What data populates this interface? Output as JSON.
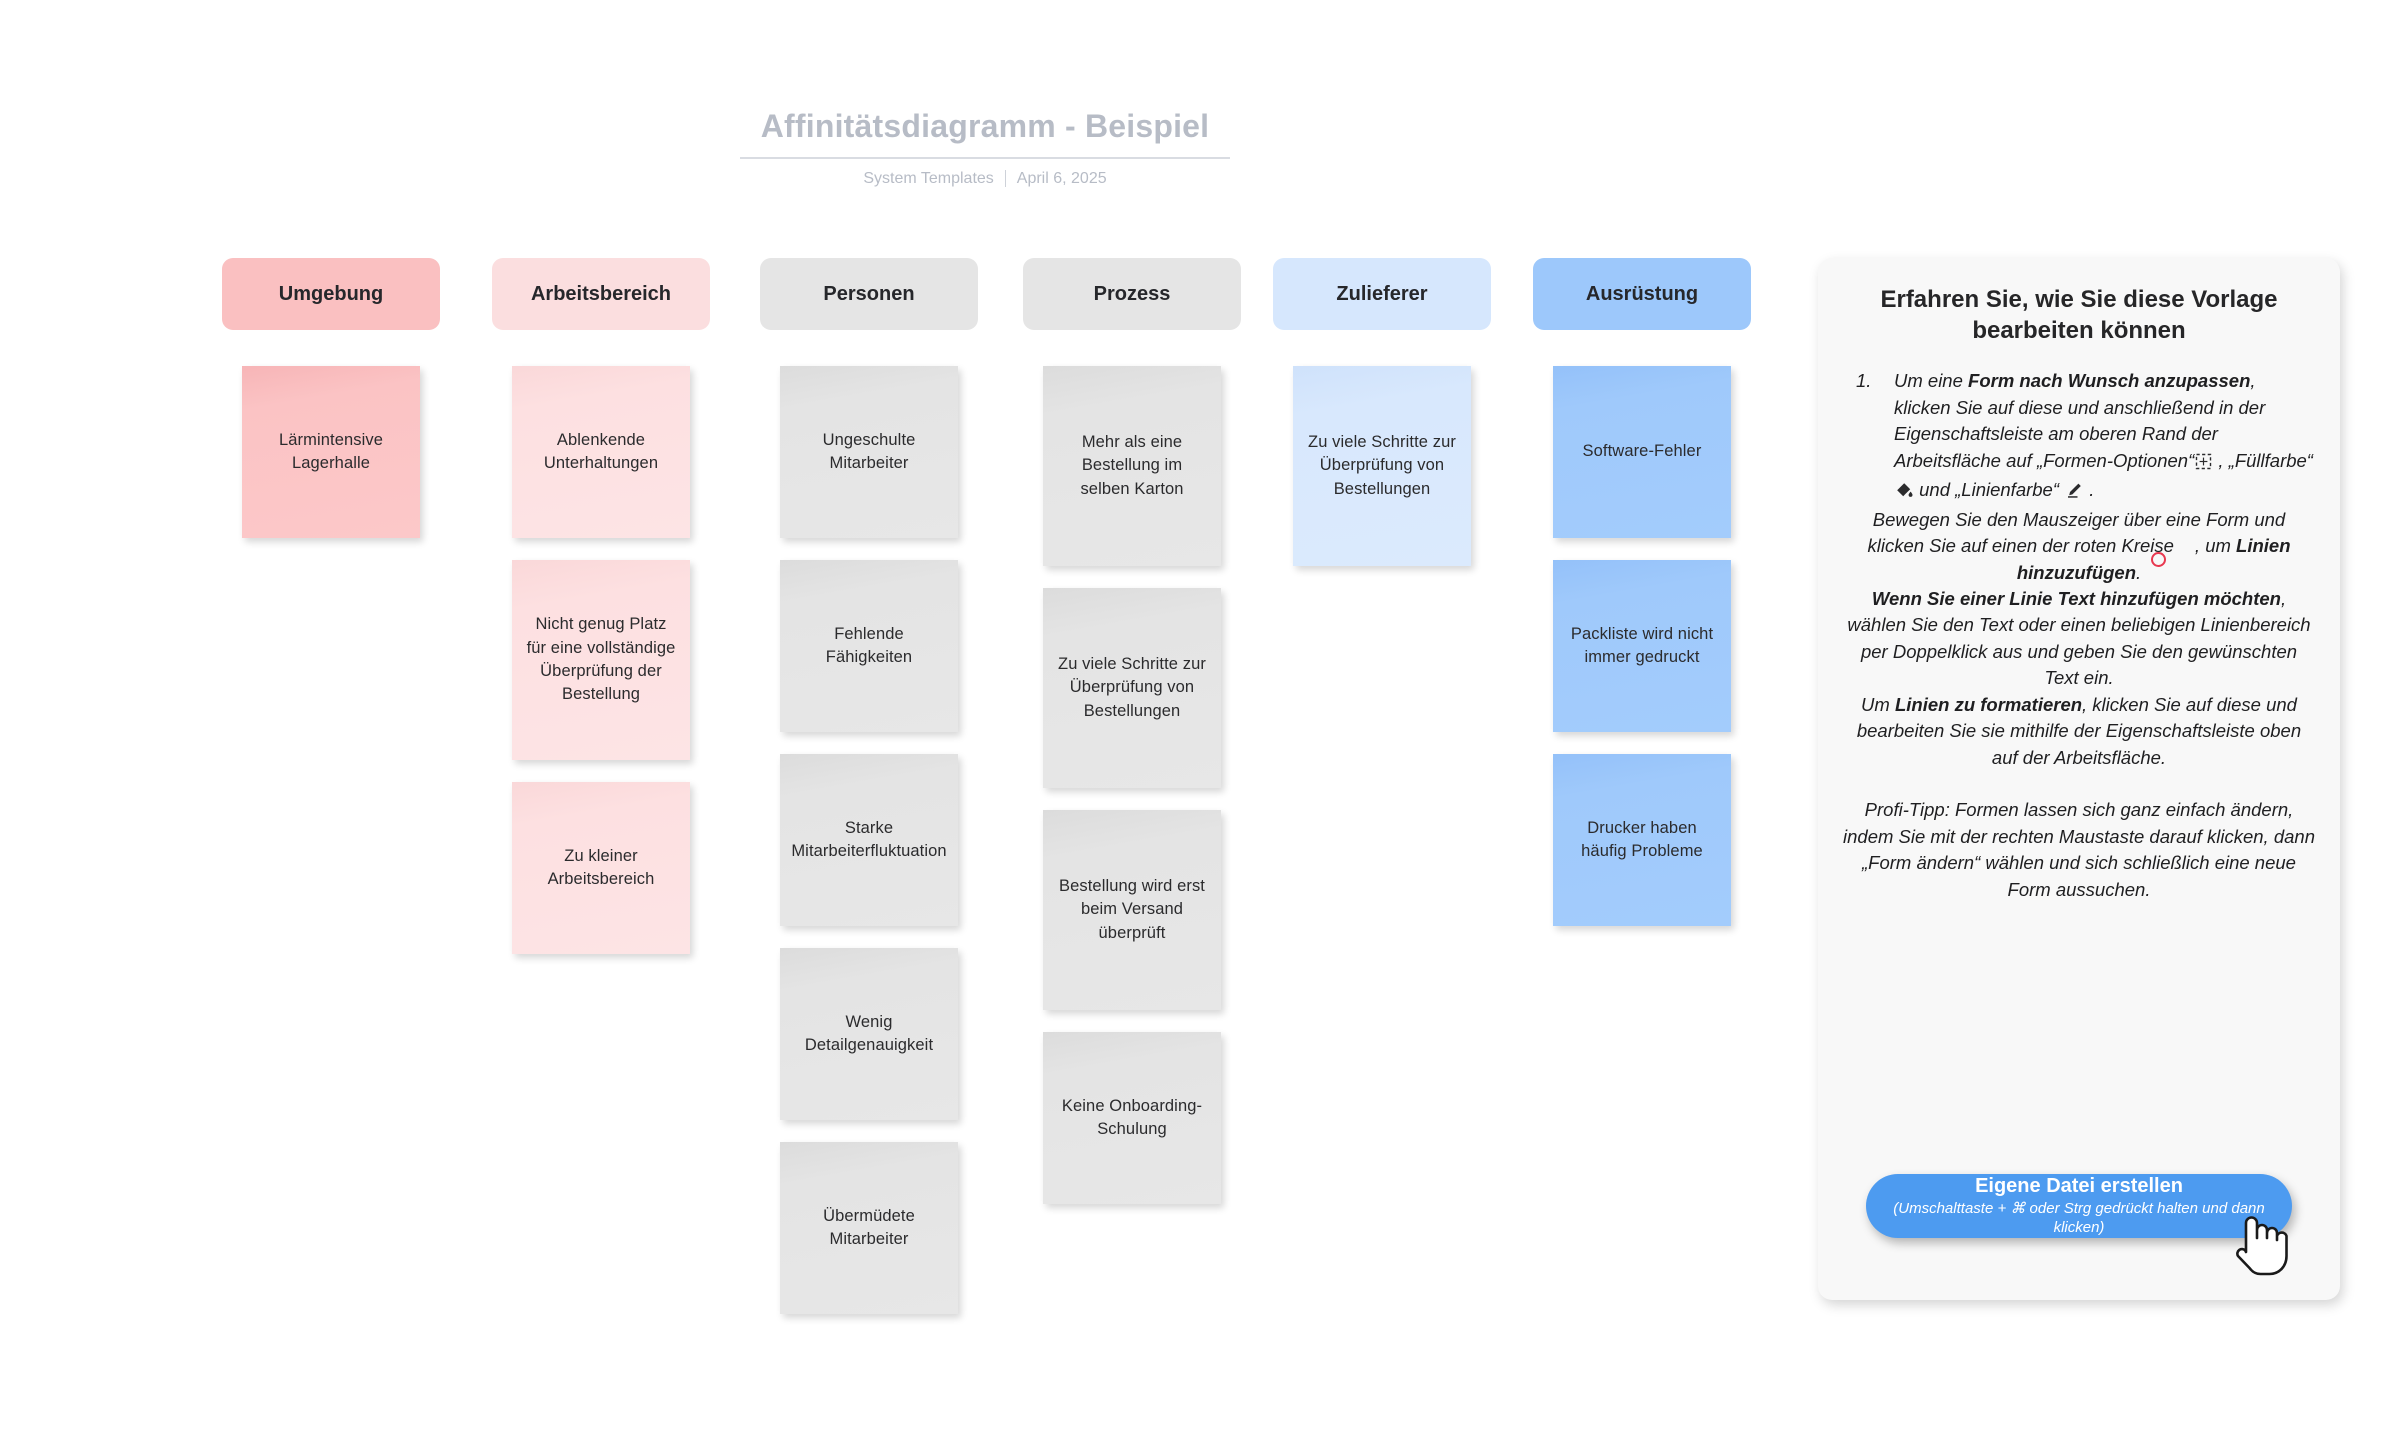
{
  "title": {
    "heading": "Affinitätsdiagramm - Beispiel",
    "source": "System Templates",
    "date": "April 6, 2025"
  },
  "colors": {
    "header_pink_strong": "#fac0c1",
    "header_pink_light": "#fbdedf",
    "header_grey": "#e5e5e5",
    "header_blue_light": "#d6e7fd",
    "header_blue_strong": "#9dc8fb",
    "cta_blue": "#4d9bf0",
    "red_circle": "#e8384f",
    "title_grey": "#b7bcc6"
  },
  "board": {
    "columns": [
      {
        "header": "Umgebung",
        "style": "pink-strong",
        "cards": [
          {
            "text": "Lärmintensive Lagerhalle",
            "style": "pink-strong"
          }
        ]
      },
      {
        "header": "Arbeitsbereich",
        "style": "pink-light",
        "cards": [
          {
            "text": "Ablenkende Unterhaltungen",
            "style": "pink-light"
          },
          {
            "text": "Nicht genug Platz für eine vollständige Überprüfung der Bestellung",
            "style": "pink-light"
          },
          {
            "text": "Zu kleiner Arbeitsbereich",
            "style": "pink-light"
          }
        ]
      },
      {
        "header": "Personen",
        "style": "grey",
        "cards": [
          {
            "text": "Ungeschulte Mitarbeiter",
            "style": "grey"
          },
          {
            "text": "Fehlende Fähigkeiten",
            "style": "grey"
          },
          {
            "text": "Starke Mitarbeiterfluktuation",
            "style": "grey"
          },
          {
            "text": "Wenig Detailgenauigkeit",
            "style": "grey"
          },
          {
            "text": "Übermüdete Mitarbeiter",
            "style": "grey"
          }
        ]
      },
      {
        "header": "Prozess",
        "style": "grey",
        "cards": [
          {
            "text": "Mehr als eine Bestellung im selben Karton",
            "style": "grey"
          },
          {
            "text": "Zu viele Schritte zur Überprüfung von Bestellungen",
            "style": "grey"
          },
          {
            "text": "Bestellung wird erst beim Versand überprüft",
            "style": "grey"
          },
          {
            "text": "Keine Onboarding-Schulung",
            "style": "grey"
          }
        ]
      },
      {
        "header": "Zulieferer",
        "style": "blue-light",
        "cards": [
          {
            "text": "Zu viele Schritte zur Überprüfung von Bestellungen",
            "style": "blue-light"
          }
        ]
      },
      {
        "header": "Ausrüstung",
        "style": "blue-strong",
        "cards": [
          {
            "text": "Software-Fehler",
            "style": "blue-strong"
          },
          {
            "text": "Packliste wird nicht immer gedruckt",
            "style": "blue-strong"
          },
          {
            "text": "Drucker haben häufig Probleme",
            "style": "blue-strong"
          }
        ]
      }
    ]
  },
  "instructions": {
    "title": "Erfahren Sie, wie Sie diese Vorlage bearbeiten können",
    "step_number": "1.",
    "step1_a": "Um eine ",
    "step1_bold1": "Form nach Wunsch anzupassen",
    "step1_b": ", klicken Sie auf diese und anschließend in der Eigenschaftsleiste am oberen Rand der Arbeitsfläche auf „Formen-Optionen“",
    "step1_c": " , „Füllfarbe“",
    "step1_d": " und „Linienfarbe“ ",
    "step1_e": " .",
    "p2_a": "Bewegen Sie den Mauszeiger über eine Form und klicken Sie auf einen der roten Kreise",
    "p2_b": ", um ",
    "p2_bold": "Linien hinzuzufügen",
    "p2_c": ".",
    "p3_bold": "Wenn Sie einer Linie Text hinzufügen möchten",
    "p3_rest": ", wählen Sie den Text oder einen beliebigen Linienbereich per Doppelklick aus und geben Sie den gewünschten Text ein.",
    "p4_a": "Um ",
    "p4_bold": "Linien zu formatieren",
    "p4_b": ", klicken Sie auf diese und bearbeiten Sie sie mithilfe der Eigenschaftsleiste oben auf der Arbeitsfläche.",
    "p5": "Profi-Tipp: Formen lassen sich ganz einfach ändern, indem Sie mit der rechten Maustaste darauf klicken, dann „Form ändern“ wählen und sich schließlich eine neue Form aussuchen."
  },
  "cta": {
    "main": "Eigene Datei erstellen",
    "sub": "(Umschalttaste + ⌘ oder Strg gedrückt halten und dann klicken)"
  }
}
